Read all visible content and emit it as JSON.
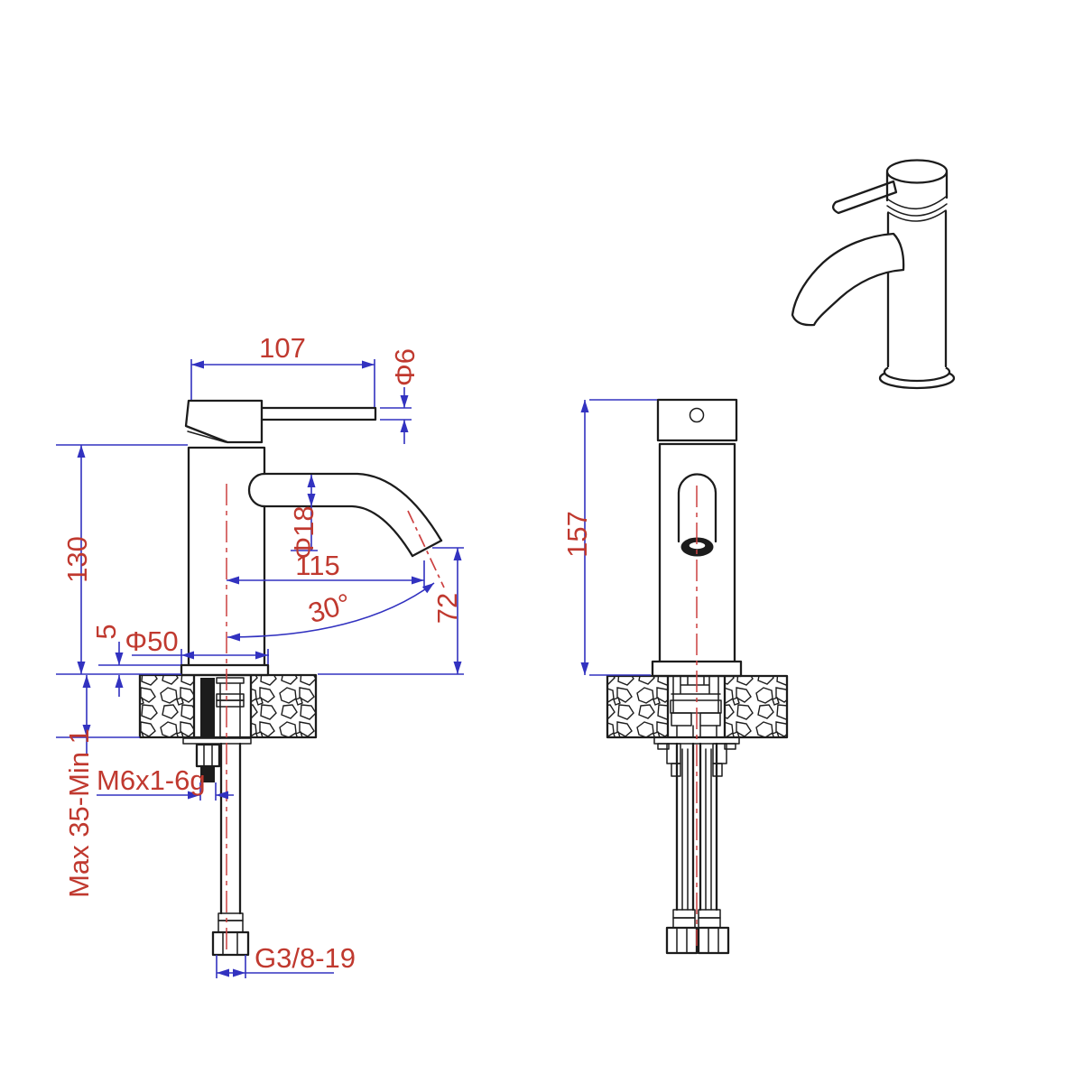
{
  "drawing": {
    "colors": {
      "outline": "#1c1c1c",
      "dimension_line": "#3232c0",
      "dimension_text": "#c0392f",
      "centerline": "#cc4040",
      "background": "#ffffff"
    },
    "front_view": {
      "dimensions": {
        "handle_length": "107",
        "handle_rod_diameter": "Φ6",
        "height_to_spout_base": "130",
        "spout_tube_diameter": "Φ18",
        "spout_reach": "115",
        "spout_angle": "30°",
        "spout_outlet_height": "72",
        "base_plate_height": "5",
        "base_plate_diameter": "Φ50",
        "mounting_thickness_range": "Max 35-Min 1",
        "fixing_stud_thread": "M6x1-6g",
        "inlet_hose_thread": "G3/8-19"
      }
    },
    "side_view": {
      "dimensions": {
        "overall_height": "157"
      }
    }
  }
}
